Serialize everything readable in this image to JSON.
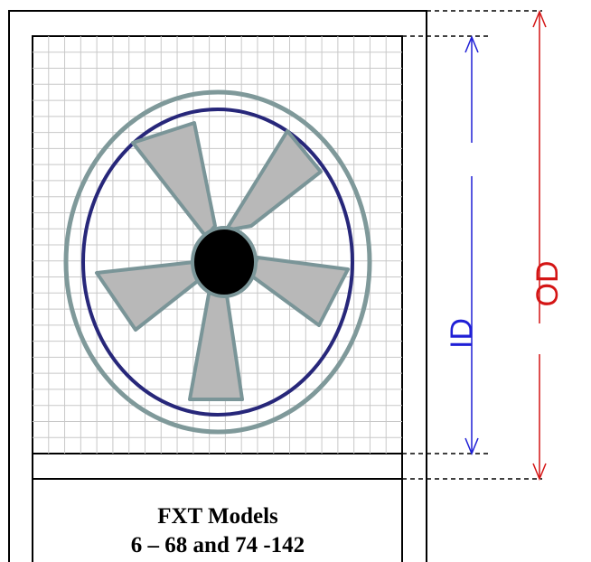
{
  "diagram": {
    "caption_line1": "FXT Models",
    "caption_line2": "6 – 68 and 74 -142",
    "id_label": "ID",
    "od_label": "OD",
    "fan_blade_count": 5
  },
  "colors": {
    "outline": "#000000",
    "grid": "#c8c8c8",
    "fan_ring_outer": "#7f999a",
    "fan_ring_inner": "#27277a",
    "blade_fill": "#b8b8b8",
    "blade_stroke": "#7a9598",
    "hub_fill": "#000000",
    "id_dimension": "#1f1fd6",
    "od_dimension": "#d41515",
    "dashed_extension": "#000000"
  },
  "icons": [
    "fan-icon",
    "arrow-up-icon",
    "arrow-down-icon"
  ]
}
